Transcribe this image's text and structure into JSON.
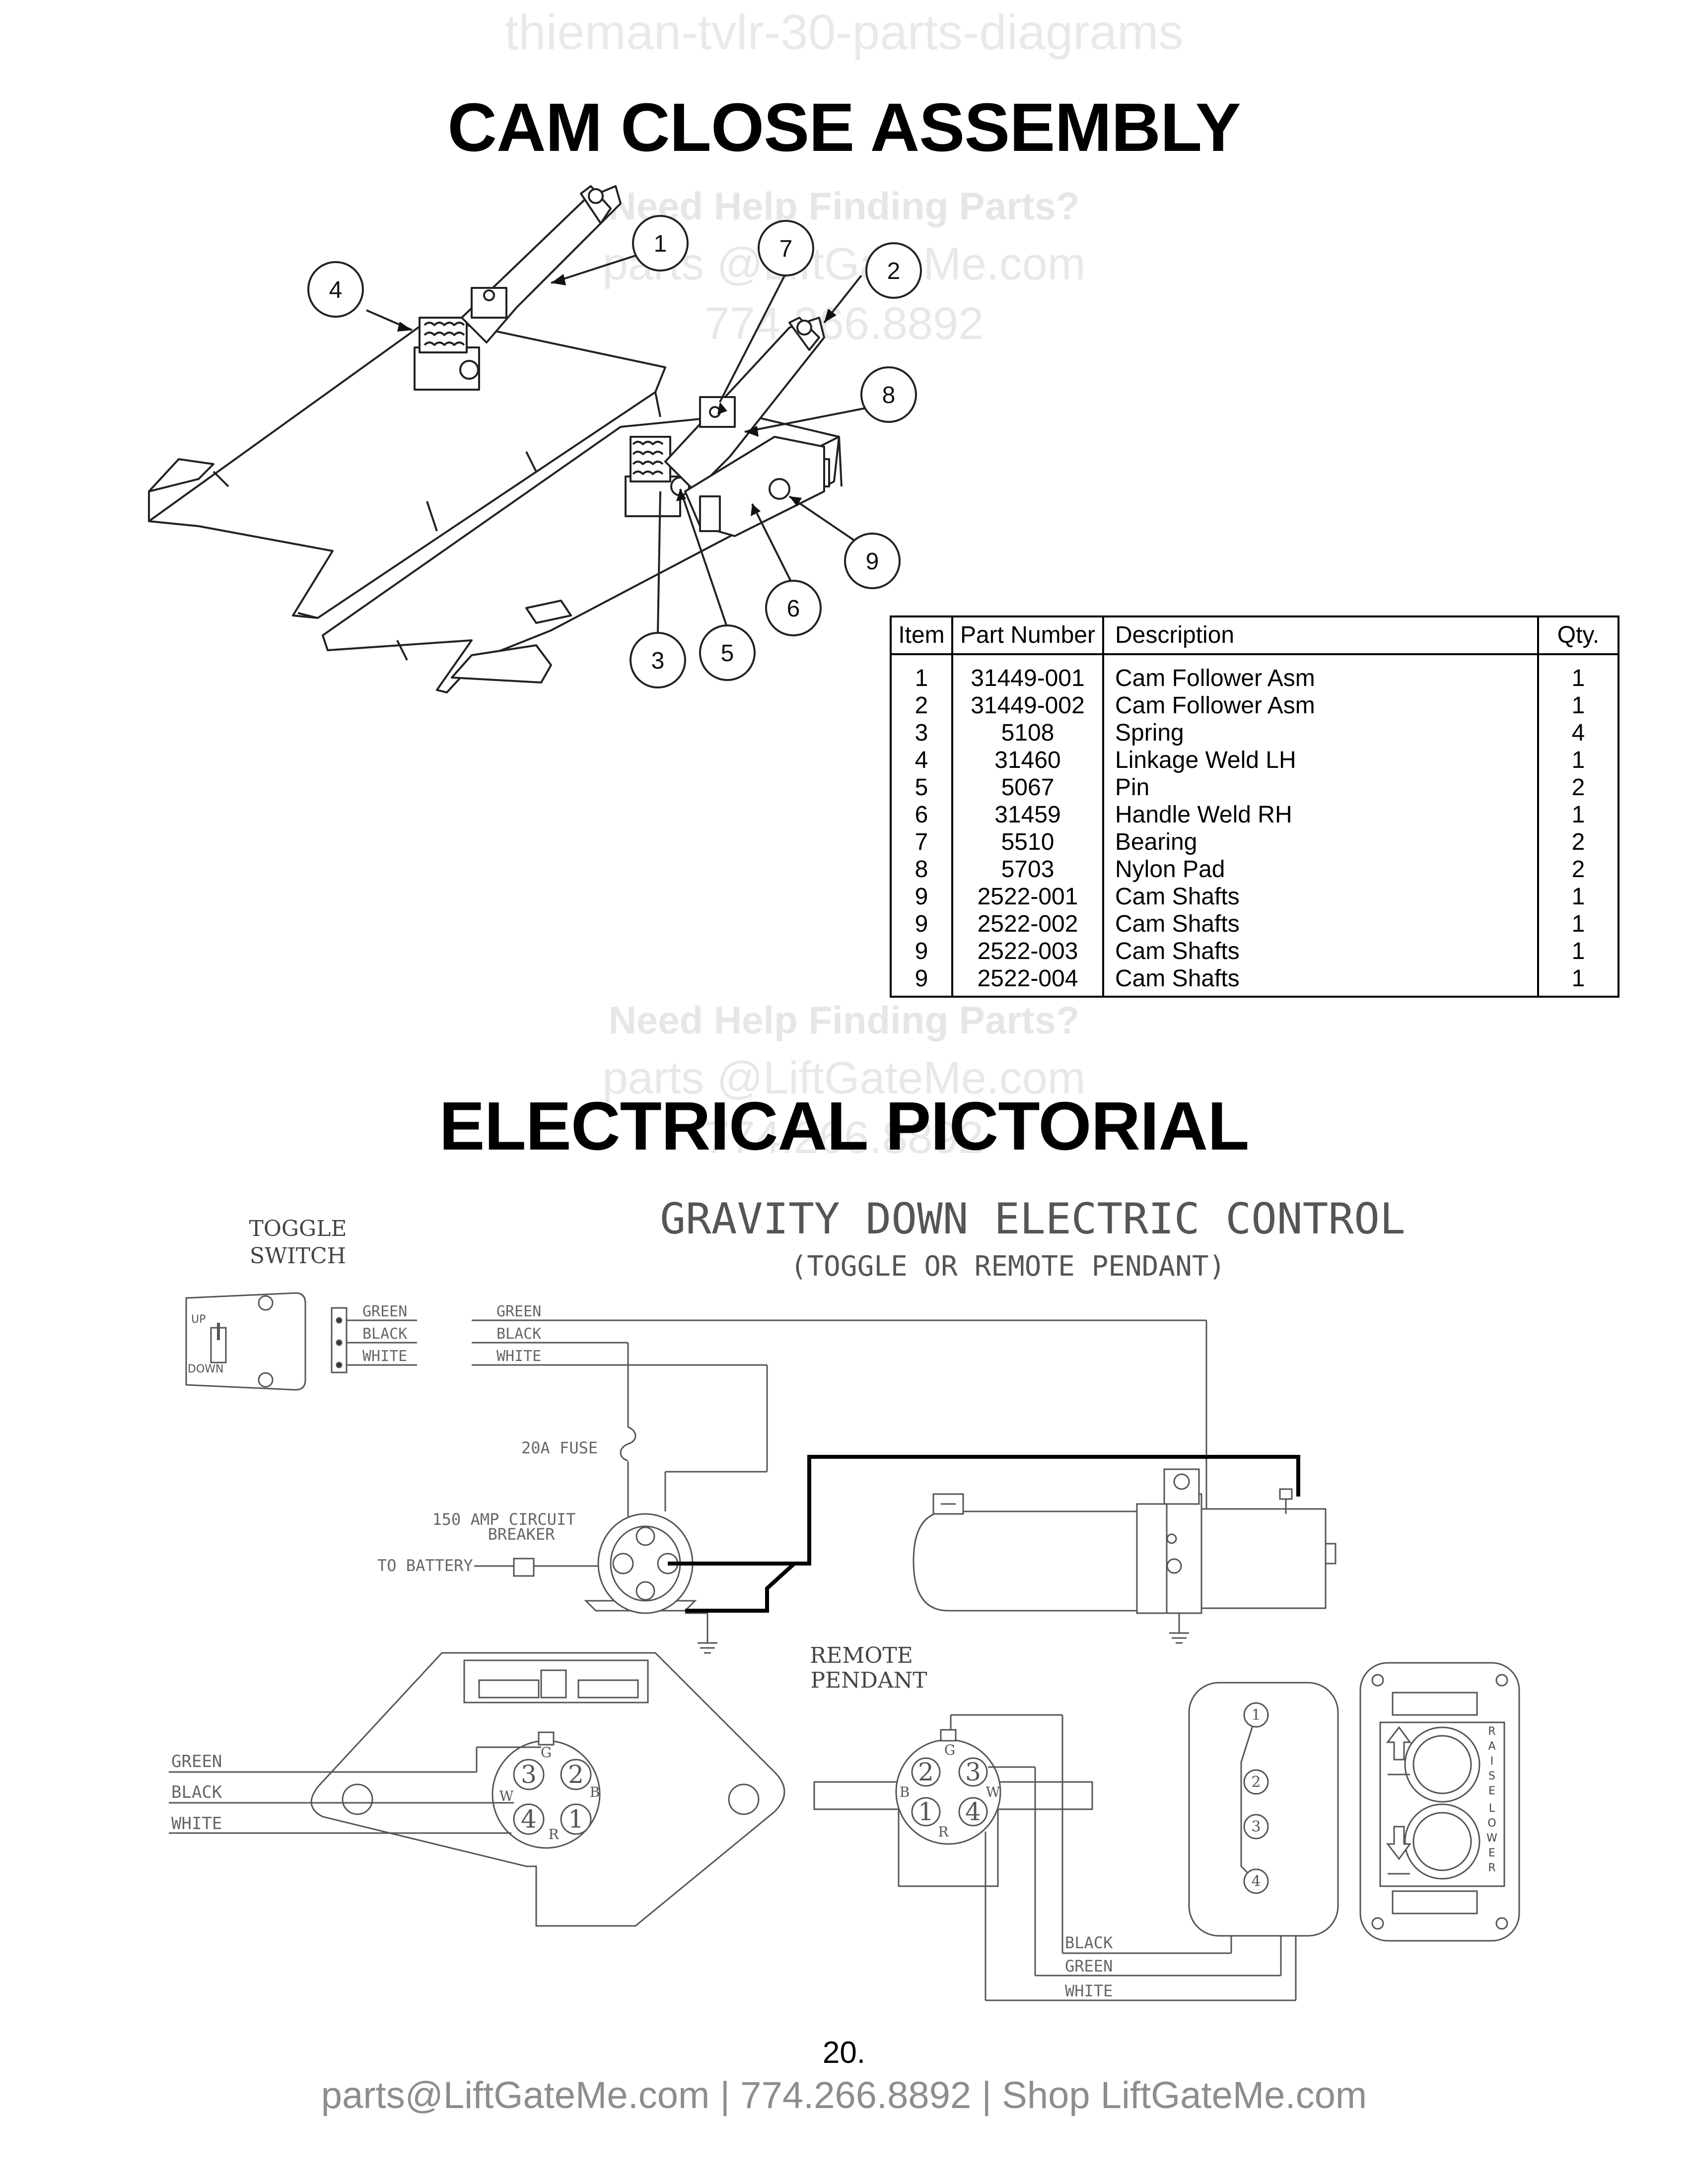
{
  "watermark": {
    "site_tag": "thieman-tvlr-30-parts-diagrams",
    "help": "Need Help Finding Parts?",
    "email": "parts @LiftGateMe.com",
    "phone": "774.266.8892"
  },
  "cam_section": {
    "title": "CAM CLOSE ASSEMBLY",
    "callouts": [
      "1",
      "2",
      "3",
      "4",
      "5",
      "6",
      "7",
      "8",
      "9"
    ]
  },
  "parts_table": {
    "headers": {
      "item": "Item",
      "part": "Part Number",
      "desc": "Description",
      "qty": "Qty."
    },
    "rows": [
      {
        "item": "1",
        "part": "31449-001",
        "desc": "Cam Follower Asm",
        "qty": "1"
      },
      {
        "item": "2",
        "part": "31449-002",
        "desc": "Cam Follower Asm",
        "qty": "1"
      },
      {
        "item": "3",
        "part": "5108",
        "desc": "Spring",
        "qty": "4"
      },
      {
        "item": "4",
        "part": "31460",
        "desc": "Linkage Weld LH",
        "qty": "1"
      },
      {
        "item": "5",
        "part": "5067",
        "desc": "Pin",
        "qty": "2"
      },
      {
        "item": "6",
        "part": "31459",
        "desc": "Handle Weld RH",
        "qty": "1"
      },
      {
        "item": "7",
        "part": "5510",
        "desc": "Bearing",
        "qty": "2"
      },
      {
        "item": "8",
        "part": "5703",
        "desc": "Nylon Pad",
        "qty": "2"
      },
      {
        "item": "9",
        "part": "2522-001",
        "desc": "Cam Shafts",
        "qty": "1"
      },
      {
        "item": "9",
        "part": "2522-002",
        "desc": "Cam Shafts",
        "qty": "1"
      },
      {
        "item": "9",
        "part": "2522-003",
        "desc": "Cam Shafts",
        "qty": "1"
      },
      {
        "item": "9",
        "part": "2522-004",
        "desc": "Cam Shafts",
        "qty": "1"
      }
    ]
  },
  "electrical": {
    "title": "ELECTRICAL PICTORIAL",
    "diagram_title": "GRAVITY DOWN ELECTRIC CONTROL",
    "diagram_subtitle": "(TOGGLE OR REMOTE PENDANT)",
    "toggle_switch": {
      "label_line1": "TOGGLE",
      "label_line2": "SWITCH",
      "up": "UP",
      "down": "DOWN"
    },
    "wires": {
      "green": "GREEN",
      "black": "BLACK",
      "white": "WHITE"
    },
    "fuse": "20A FUSE",
    "breaker_line1": "150 AMP CIRCUIT",
    "breaker_line2": "BREAKER",
    "battery": "TO BATTERY",
    "remote_pendant": {
      "label_line1": "REMOTE",
      "label_line2": "PENDANT"
    },
    "pin_numbers": [
      "1",
      "2",
      "3",
      "4"
    ],
    "pin_letters": {
      "g": "G",
      "b": "B",
      "w": "W",
      "r": "R"
    },
    "pendant_raise": [
      "R",
      "A",
      "I",
      "S",
      "E"
    ],
    "pendant_lower": [
      "L",
      "O",
      "W",
      "E",
      "R"
    ]
  },
  "page_number": "20.",
  "footer": "parts@LiftGateMe.com | 774.266.8892 | Shop LiftGateMe.com"
}
